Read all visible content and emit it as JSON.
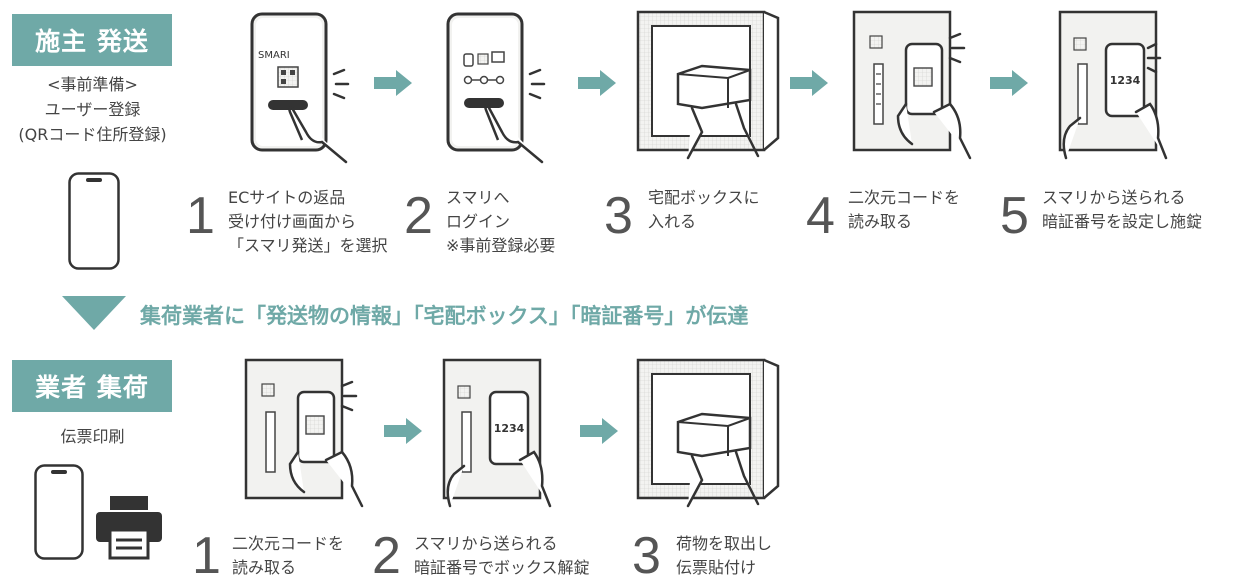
{
  "shipper": {
    "badge": "施主 発送",
    "prep": [
      "<事前準備>",
      "ユーザー登録",
      "(QRコード住所登録)"
    ],
    "steps": [
      {
        "num": "1",
        "lines": [
          "ECサイトの返品",
          "受け付け画面から",
          "「スマリ発送」を選択"
        ]
      },
      {
        "num": "2",
        "lines": [
          "スマリへ",
          "ログイン",
          "※事前登録必要"
        ]
      },
      {
        "num": "3",
        "lines": [
          "宅配ボックスに",
          "入れる"
        ]
      },
      {
        "num": "4",
        "lines": [
          "二次元コードを",
          "読み取る"
        ]
      },
      {
        "num": "5",
        "lines": [
          "スマリから送られる",
          "暗証番号を設定し施錠"
        ]
      }
    ]
  },
  "transfer_message": "集荷業者に「発送物の情報」「宅配ボックス」「暗証番号」が伝達",
  "carrier": {
    "badge": "業者 集荷",
    "prep": [
      "伝票印刷"
    ],
    "steps": [
      {
        "num": "1",
        "lines": [
          "二次元コードを",
          "読み取る"
        ]
      },
      {
        "num": "2",
        "lines": [
          "スマリから送られる",
          "暗証番号でボックス解錠"
        ]
      },
      {
        "num": "3",
        "lines": [
          "荷物を取出し",
          "伝票貼付け"
        ]
      }
    ]
  },
  "illustration_text": {
    "logo": "SMARI",
    "pin": "1234"
  },
  "colors": {
    "accent": "#6fa9a7",
    "line": "#333333",
    "panel": "#f1f1ef"
  }
}
